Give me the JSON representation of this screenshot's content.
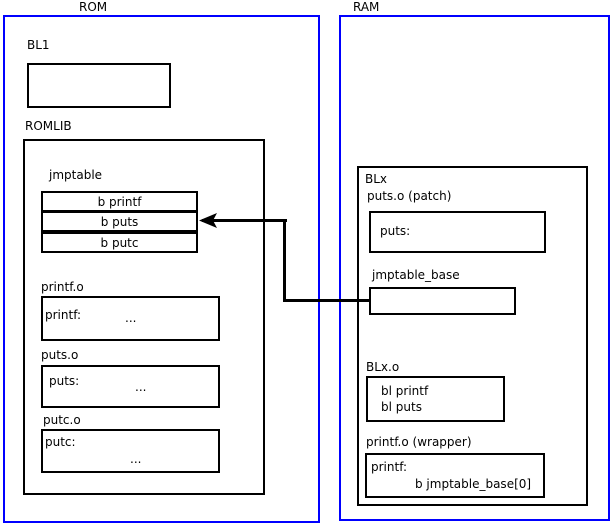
{
  "diagram": {
    "title_hidden": "",
    "regions": [
      {
        "id": "rom",
        "label": "ROM"
      },
      {
        "id": "ram",
        "label": "RAM"
      }
    ]
  },
  "rom": {
    "label": "ROM",
    "bl1": {
      "label": "BL1",
      "body": ""
    },
    "romlib": {
      "label": "ROMLIB",
      "jmptable": {
        "label": "jmptable",
        "entries": [
          {
            "text": "b printf"
          },
          {
            "text": "b puts"
          },
          {
            "text": "b putc"
          }
        ]
      },
      "objects": [
        {
          "label": "printf.o",
          "symbol": "printf:",
          "ellipsis": "..."
        },
        {
          "label": "puts.o",
          "symbol": "puts:",
          "ellipsis": "..."
        },
        {
          "label": "putc.o",
          "symbol": "putc:",
          "ellipsis": "..."
        }
      ]
    }
  },
  "ram": {
    "label": "RAM",
    "blx": {
      "label": "BLx",
      "puts_patch": {
        "label": "puts.o (patch)",
        "symbol": "puts:"
      },
      "jmptable_base": {
        "label": "jmptable_base",
        "body": ""
      },
      "blx_o": {
        "label": "BLx.o",
        "line1": "bl printf",
        "line2": "bl puts"
      },
      "printf_wrapper": {
        "label": "printf.o (wrapper)",
        "symbol": "printf:",
        "instruction": "b jmptable_base[0]"
      }
    }
  },
  "connector": {
    "name": "jmptable-base-to-b-puts-arrow",
    "from": "jmptable_base",
    "to": "jmptable entry b puts",
    "direction": "left"
  },
  "colors": {
    "region_border": "#0000ff",
    "box_border": "#000000",
    "background": "#ffffff",
    "text": "#000000"
  }
}
